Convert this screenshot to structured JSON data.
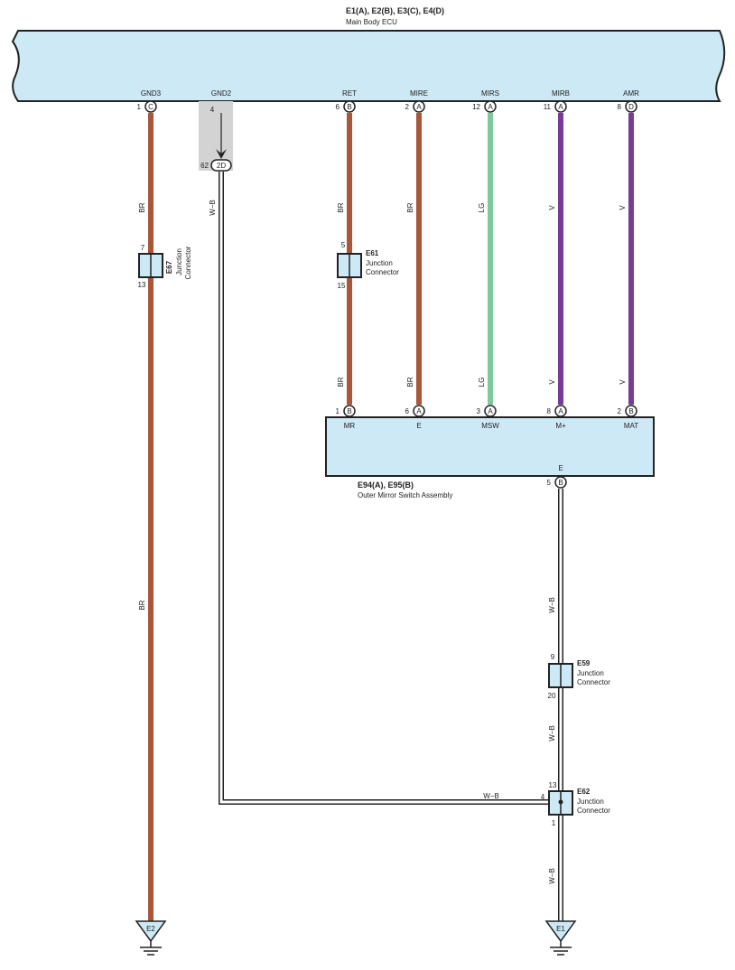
{
  "ecu": {
    "codes": "E1(A), E2(B), E3(C), E4(D)",
    "name": "Main Body ECU",
    "pins": [
      {
        "label": "GND3",
        "pin": "1",
        "conn": "C"
      },
      {
        "label": "GND2",
        "pin": "4",
        "conn": ""
      },
      {
        "label": "RET",
        "pin": "6",
        "conn": "B"
      },
      {
        "label": "MIRE",
        "pin": "2",
        "conn": "A"
      },
      {
        "label": "MIRS",
        "pin": "12",
        "conn": "A"
      },
      {
        "label": "MIRB",
        "pin": "11",
        "conn": "A"
      },
      {
        "label": "AMR",
        "pin": "8",
        "conn": "D"
      }
    ]
  },
  "gnd2_junction": {
    "pin": "62",
    "conn": "2D"
  },
  "switch": {
    "codes": "E94(A), E95(B)",
    "name": "Outer Mirror Switch Assembly",
    "pins": [
      {
        "label": "MR",
        "pin": "1",
        "conn": "B"
      },
      {
        "label": "E",
        "pin": "6",
        "conn": "A"
      },
      {
        "label": "MSW",
        "pin": "3",
        "conn": "A"
      },
      {
        "label": "M+",
        "pin": "8",
        "conn": "A"
      },
      {
        "label": "MAT",
        "pin": "2",
        "conn": "B"
      }
    ],
    "ground_label": "E",
    "ground_pin": "5",
    "ground_conn": "B"
  },
  "wires": {
    "br": "BR",
    "lg": "LG",
    "v": "V",
    "wb": "W−B"
  },
  "junctions": {
    "e67": {
      "code": "E67",
      "line1": "Junction",
      "line2": "Connector",
      "pin_in": "7",
      "pin_out": "13"
    },
    "e61": {
      "code": "E61",
      "line1": "Junction",
      "line2": "Connector",
      "pin_in": "5",
      "pin_out": "15"
    },
    "e59": {
      "code": "E59",
      "line1": "Junction",
      "line2": "Connector",
      "pin_in": "9",
      "pin_out": "20"
    },
    "e62": {
      "code": "E62",
      "line1": "Junction",
      "line2": "Connector",
      "pin_in": "13",
      "pin_side": "4",
      "pin_out": "1"
    }
  },
  "grounds": {
    "left": "E2",
    "right": "E1"
  },
  "colors": {
    "box_fill": "#cde9f6",
    "brown": "#a9563a",
    "light_green": "#7dc99b",
    "violet": "#7a3b96",
    "shield": "#d3d3d3"
  }
}
